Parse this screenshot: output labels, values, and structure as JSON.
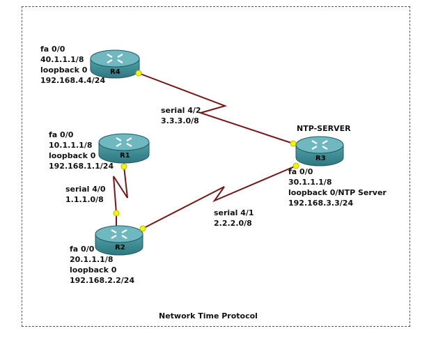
{
  "routers": {
    "r4": {
      "name": "R4",
      "lines": [
        "fa 0/0",
        "40.1.1.1/8",
        "loopback 0",
        "192.168.4.4/24"
      ]
    },
    "r1": {
      "name": "R1",
      "lines": [
        "fa 0/0",
        "10.1.1.1/8",
        "loopback 0",
        "192.168.1.1/24"
      ]
    },
    "r2": {
      "name": "R2",
      "lines": [
        "fa 0/0",
        "20.1.1.1/8",
        "loopback 0",
        "192.168.2.2/24"
      ]
    },
    "r3": {
      "name": "R3",
      "title": "NTP-SERVER",
      "lines": [
        "fa 0/0",
        "30.1.1.1/8",
        "loopback 0/NTP Server",
        "192.168.3.3/24"
      ]
    }
  },
  "links": {
    "r4_r3": {
      "iface": "serial 4/2",
      "net": "3.3.3.0/8"
    },
    "r1_r2": {
      "iface": "serial 4/0",
      "net": "1.1.1.0/8"
    },
    "r2_r3": {
      "iface": "serial 4/1",
      "net": "2.2.2.0/8"
    }
  },
  "caption": "Network Time Protocol",
  "colors": {
    "link": "#7a1414",
    "endpoint": "#f5f500",
    "router_body": "#3f8f97",
    "router_top": "#6fb8c0"
  }
}
